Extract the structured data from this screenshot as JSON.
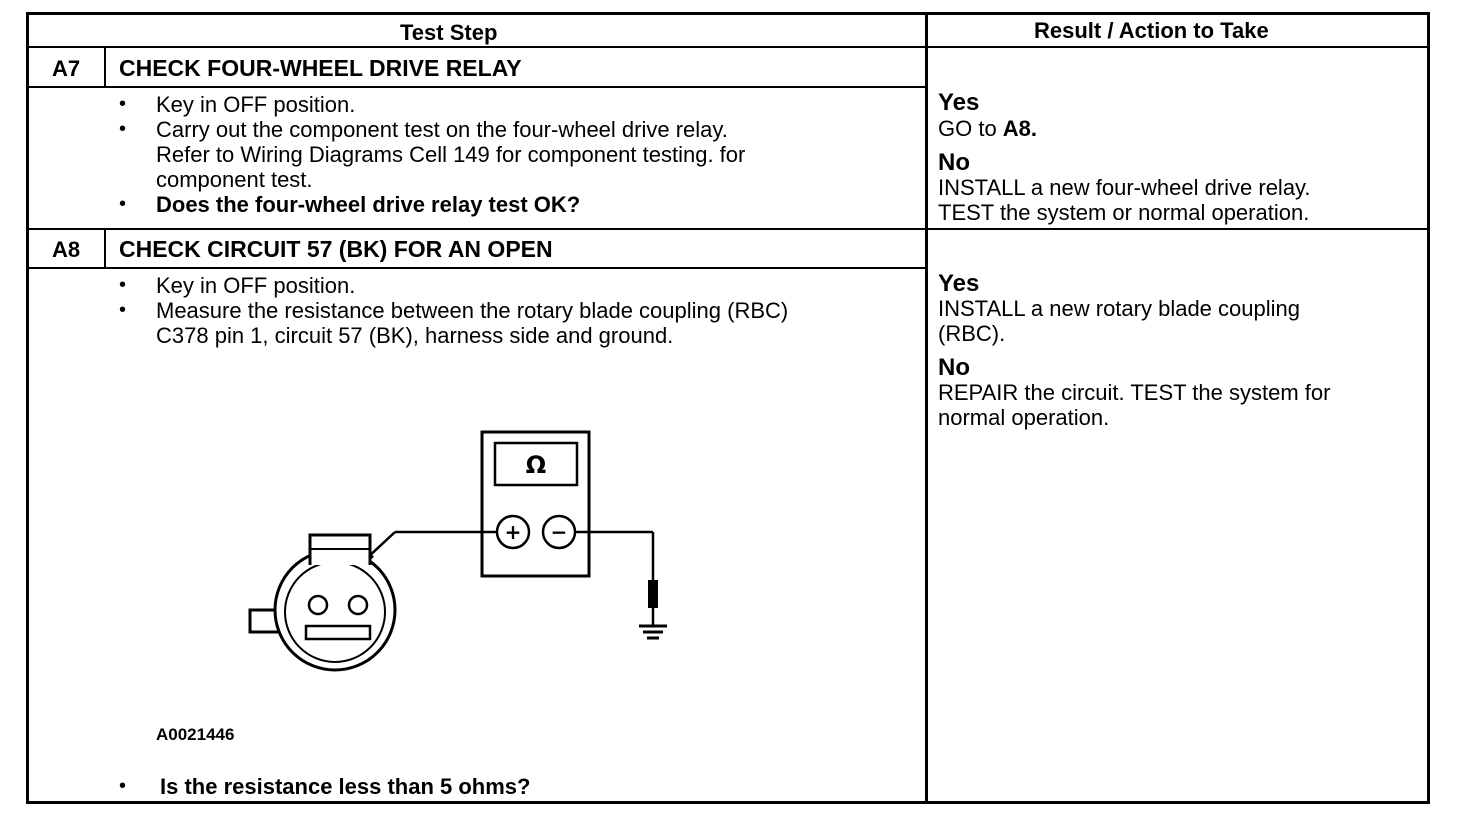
{
  "table": {
    "header": {
      "test_step": "Test Step",
      "result_action": "Result / Action to Take"
    },
    "steps": [
      {
        "id": "A7",
        "title": "CHECK FOUR-WHEEL DRIVE RELAY",
        "bullets": [
          "Key in OFF position.",
          "Carry out the component test on the four-wheel drive relay.",
          "Refer to Wiring Diagrams Cell 149 for component testing. for",
          "component test.",
          "Does the four-wheel drive relay test OK?"
        ],
        "yes_label": "Yes",
        "yes_action_prefix": "GO to ",
        "yes_action_target": "A8.",
        "no_label": "No",
        "no_action_lines": [
          "INSTALL a new four-wheel drive relay.",
          "TEST the system or normal operation."
        ]
      },
      {
        "id": "A8",
        "title": "CHECK CIRCUIT 57 (BK) FOR AN OPEN",
        "bullets": [
          "Key in OFF position.",
          "Measure the resistance between the rotary blade coupling (RBC)",
          "C378 pin 1, circuit 57 (BK), harness side and ground."
        ],
        "figure": {
          "meter_symbol": "Ω",
          "plus_symbol": "+",
          "minus_symbol": "−",
          "figure_id": "A0021446"
        },
        "question": "Is the resistance less than 5 ohms?",
        "yes_label": "Yes",
        "yes_action_lines": [
          "INSTALL a new rotary blade coupling",
          "(RBC)."
        ],
        "no_label": "No",
        "no_action_lines": [
          "REPAIR the circuit. TEST the system for",
          "normal operation."
        ]
      }
    ],
    "bullet_glyph": "•"
  }
}
